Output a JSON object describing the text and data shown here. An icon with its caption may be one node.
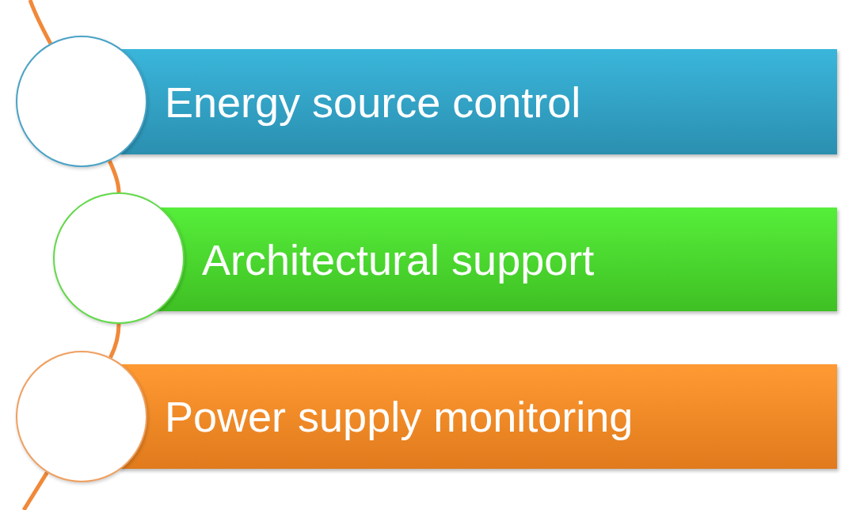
{
  "diagram": {
    "nodes": [
      {
        "text": [],
        "shape": "circle"
      },
      {
        "text": [
          "Energy source control"
        ]
      },
      {
        "text": [],
        "shape": "circle"
      },
      {
        "text": [
          "Architectural support"
        ]
      },
      {
        "text": [],
        "shape": "circle"
      },
      {
        "text": [
          "Power supply monitoring"
        ]
      }
    ],
    "edges": [
      {
        "from": null,
        "to": 0,
        "arrow": "none",
        "color": "#f0893a"
      },
      {
        "from": 0,
        "to": 2,
        "arrow": "none",
        "color": "#f0893a"
      },
      {
        "from": 2,
        "to": 4,
        "arrow": "none",
        "color": "#f0893a"
      },
      {
        "from": 4,
        "to": null,
        "arrow": "none",
        "color": "#f0893a"
      }
    ]
  }
}
